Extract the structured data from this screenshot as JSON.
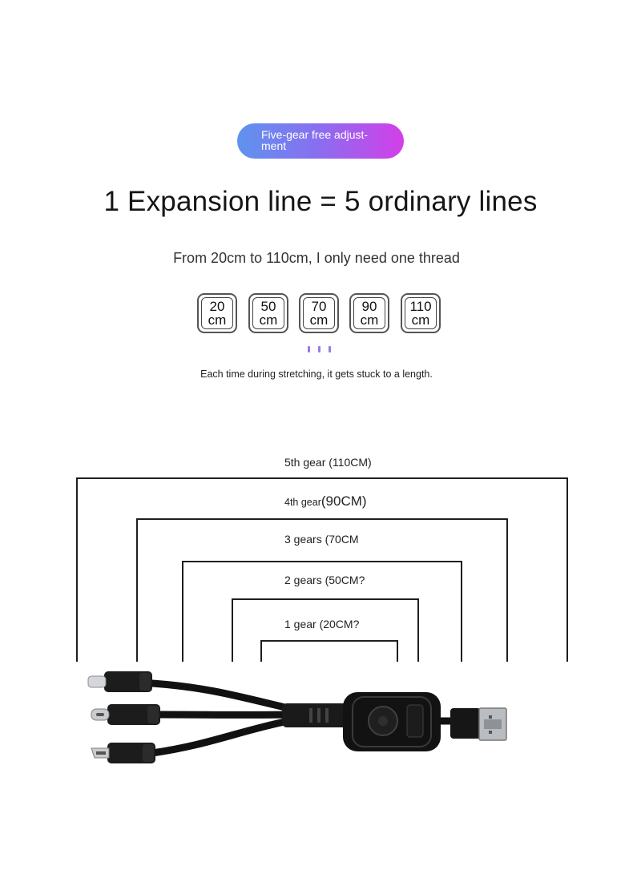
{
  "badge_pill": {
    "text": "Five-gear free adjust-\nment"
  },
  "headline": "1 Expansion line = 5 ordinary lines",
  "subline": "From 20cm to 110cm, I only need one thread",
  "lengths": [
    {
      "value": "20",
      "unit": "cm"
    },
    {
      "value": "50",
      "unit": "cm"
    },
    {
      "value": "70",
      "unit": "cm"
    },
    {
      "value": "90",
      "unit": "cm"
    },
    {
      "value": "110",
      "unit": "cm"
    }
  ],
  "caption": "Each time during stretching, it gets stuck to a length.",
  "gears": {
    "g5": "5th gear (110CM)",
    "g4_prefix": "4th gear",
    "g4_value": "(90CM)",
    "g3": "3 gears (70CM",
    "g2": "2 gears (50CM?",
    "g1": "1 gear (20CM?"
  },
  "colors": {
    "pill_start": "#5f93ee",
    "pill_end": "#d43fe8",
    "dots": "#9a7ae6"
  },
  "icons": [
    "lightning-connector-icon",
    "usb-c-connector-icon",
    "micro-usb-connector-icon",
    "usb-a-plug-icon"
  ]
}
